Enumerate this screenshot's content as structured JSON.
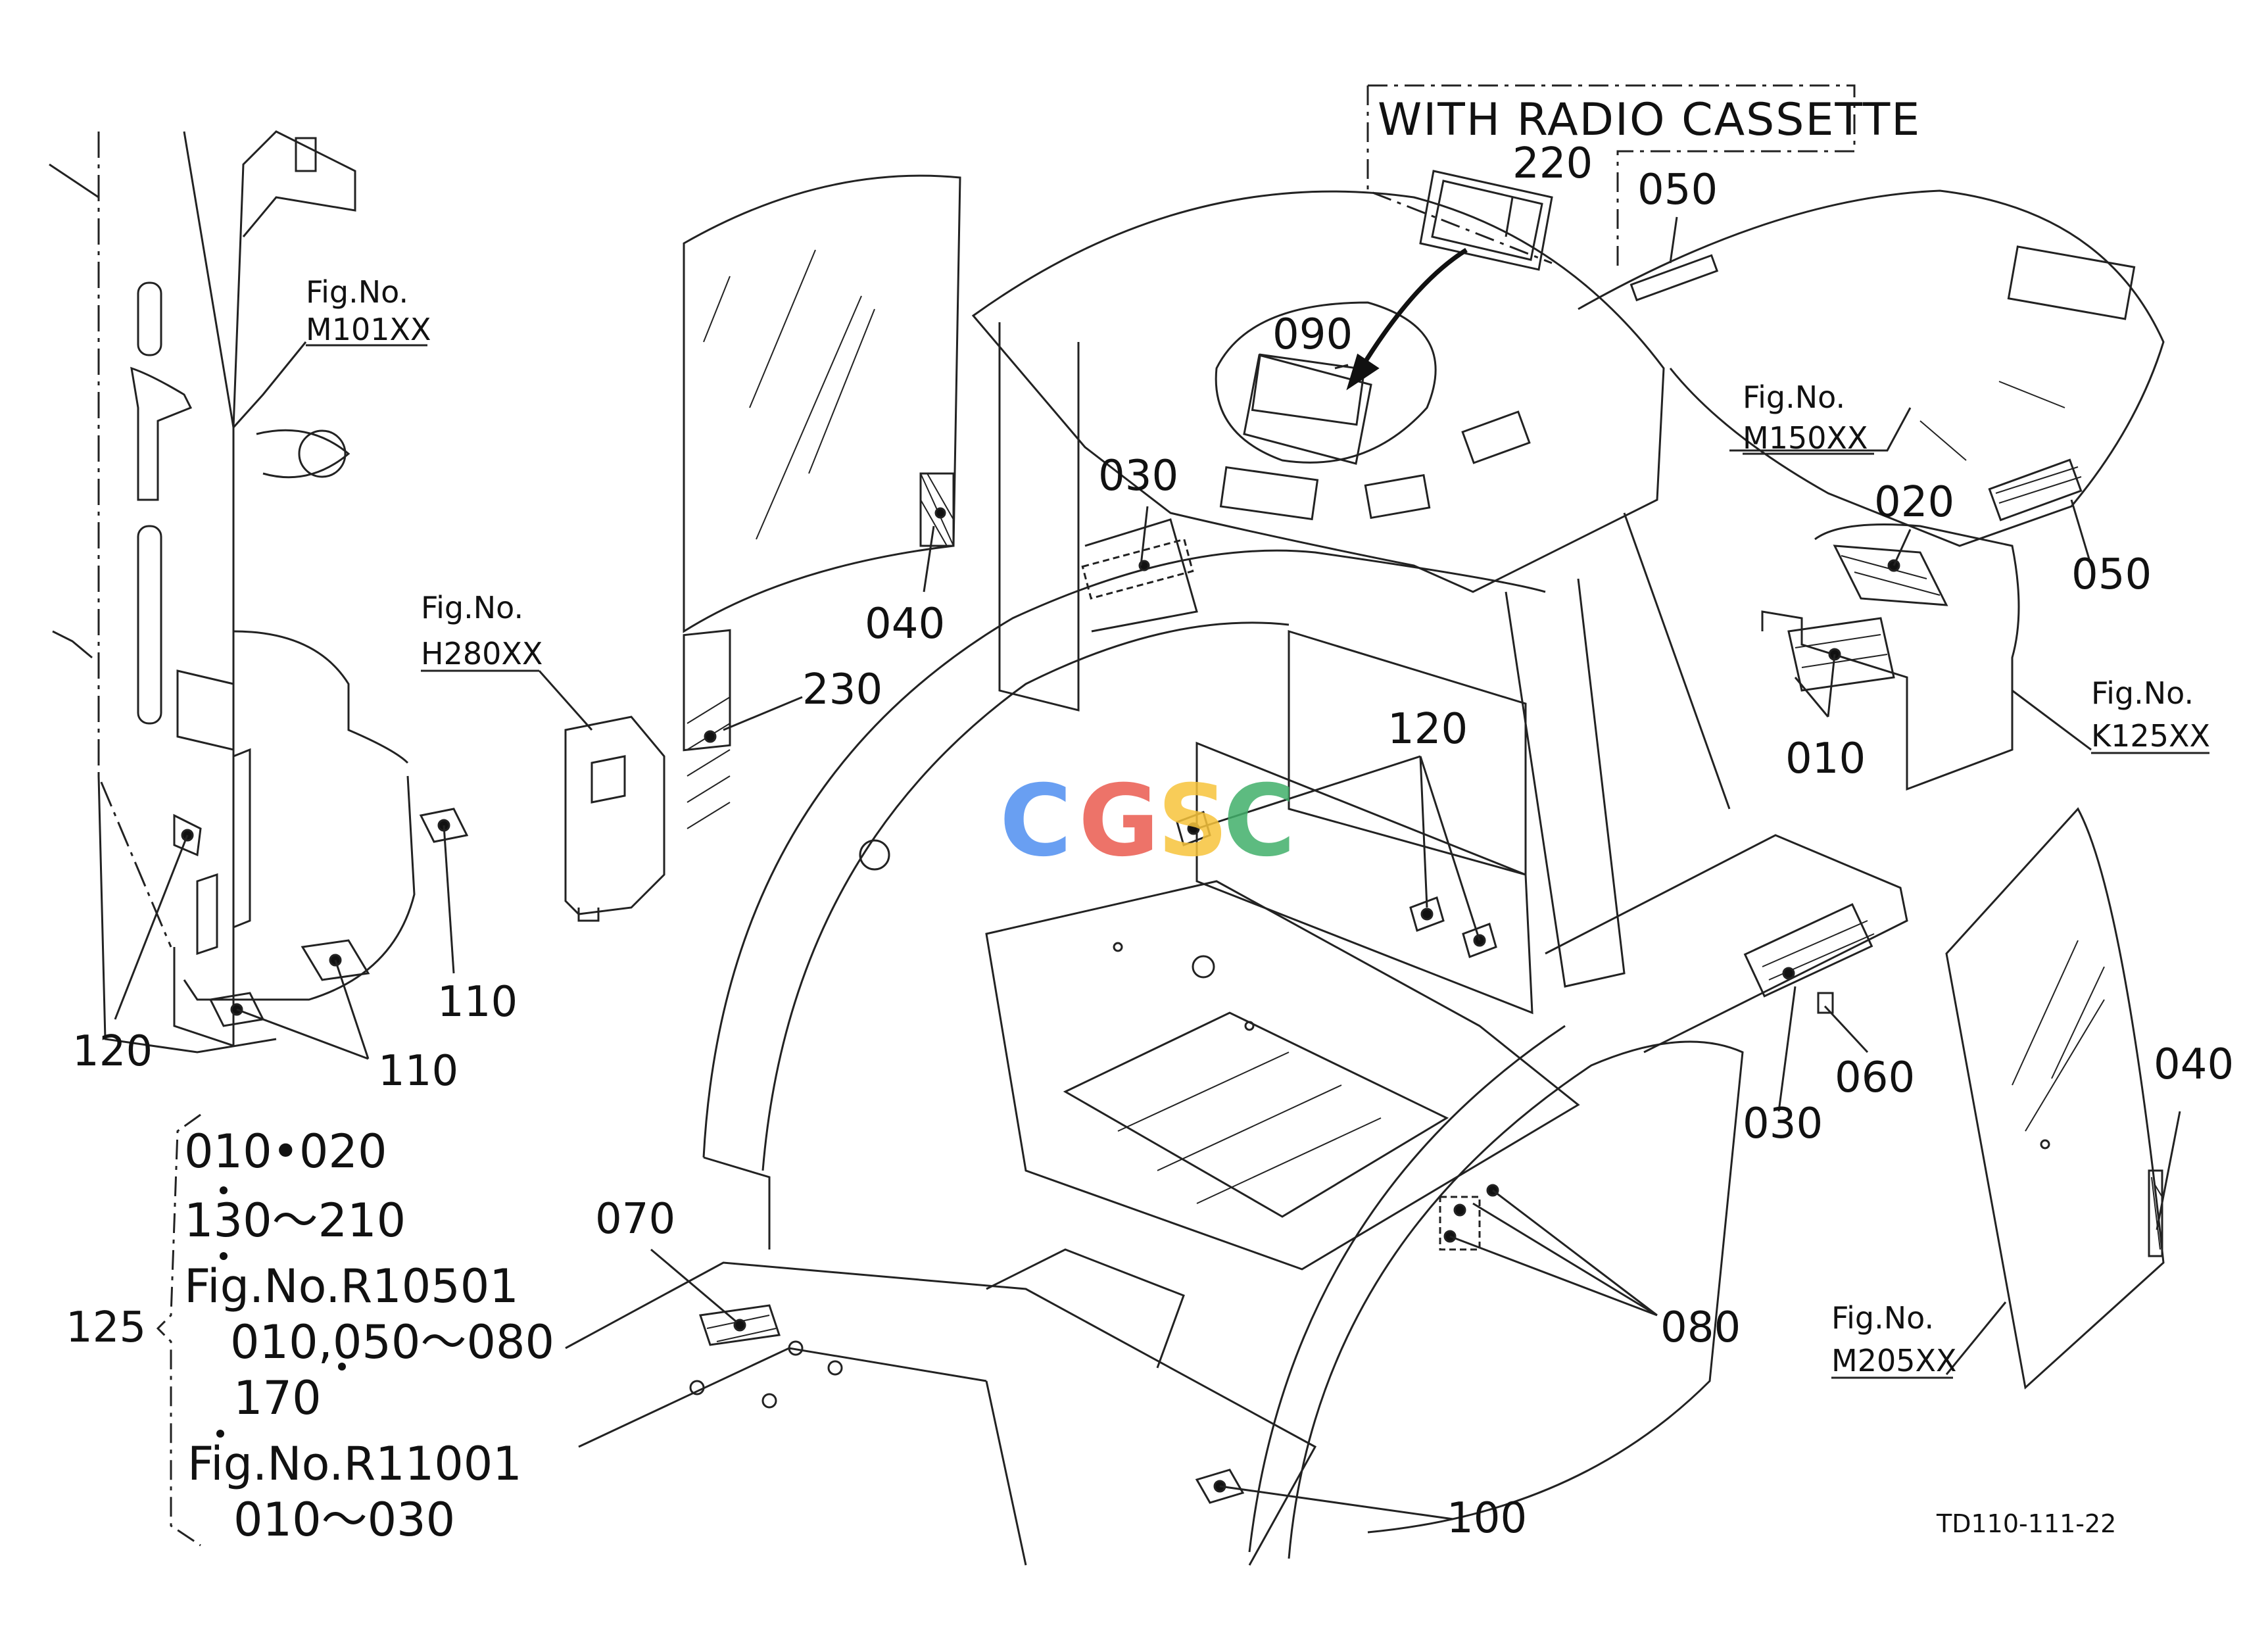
{
  "header": {
    "radio_box_title": "WITH  RADIO  CASSETTE"
  },
  "callouts": {
    "c220": "220",
    "c050a": "050",
    "c050b": "050",
    "c090": "090",
    "c030a": "030",
    "c030b": "030",
    "c040a": "040",
    "c040b": "040",
    "c230": "230",
    "c120a": "120",
    "c120b": "120",
    "c020": "020",
    "c010": "010",
    "c110a": "110",
    "c110b": "110",
    "c060": "060",
    "c070": "070",
    "c080": "080",
    "c100": "100",
    "c125": "125"
  },
  "figure_refs": {
    "m101_label": "Fig.No.",
    "m101_code": "M101XX",
    "h280_label": "Fig.No.",
    "h280_code": "H280XX",
    "m150_label": "Fig.No.",
    "m150_code": "M150XX",
    "k125_label": "Fig.No.",
    "k125_code": "K125XX",
    "m205_label": "Fig.No.",
    "m205_code": "M205XX"
  },
  "legend_125": {
    "line1": "010•020",
    "line2": "130～210",
    "line3": "Fig.No.R10501",
    "line4": "010,050～080",
    "line5": "170",
    "line6": "Fig.No.R11001",
    "line7": "010～030"
  },
  "drawing_code": "TD110-111-22",
  "watermark": {
    "letters": [
      "C",
      "G",
      "S",
      "C"
    ],
    "colors": [
      "#4f8ff0",
      "#ea5b50",
      "#f7c43b",
      "#41b06a"
    ]
  }
}
